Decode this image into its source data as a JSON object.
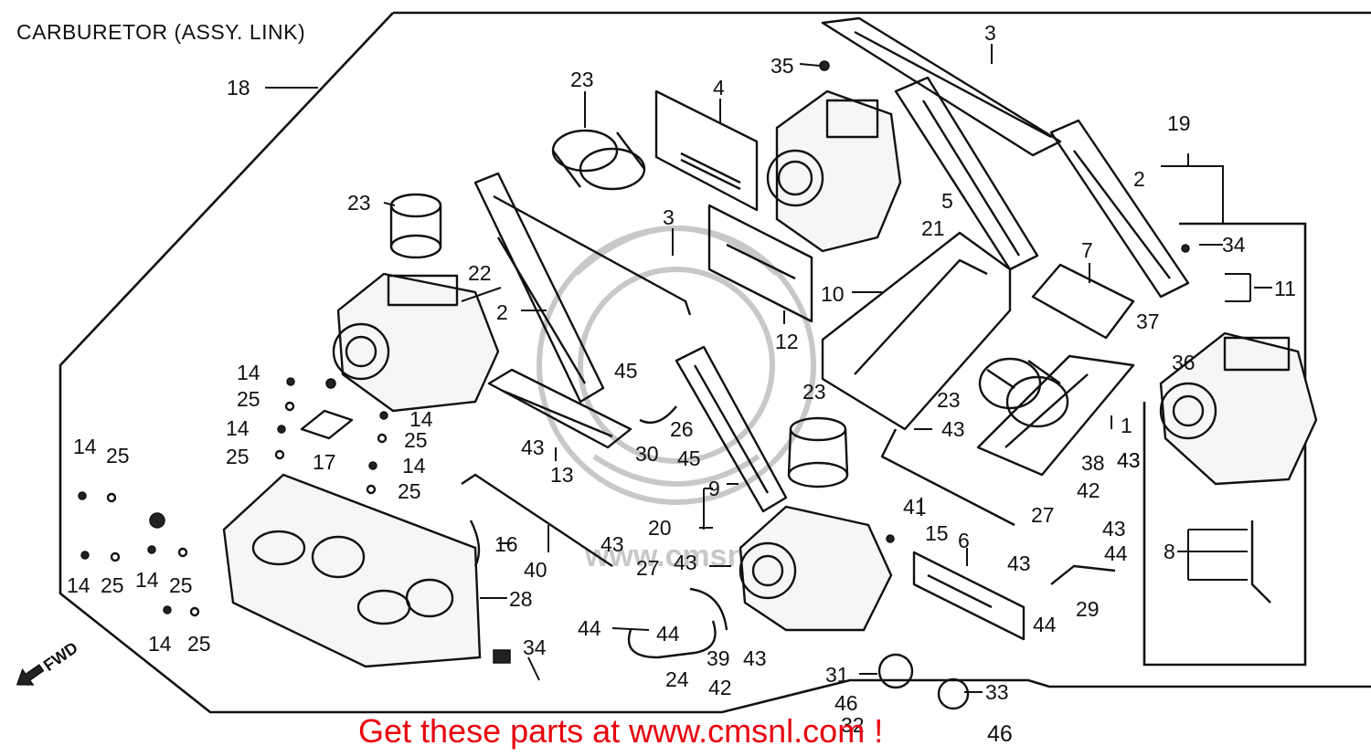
{
  "title": "CARBURETOR (ASSY. LINK)",
  "fwd_label": "FWD",
  "watermark": "www.cmsnl.com",
  "promo": {
    "text": "Get these parts at www.cmsnl.com !",
    "color": "#e8000d"
  },
  "promo_tail_number": "46",
  "callouts": [
    "18",
    "23",
    "4",
    "35",
    "3",
    "19",
    "2",
    "23",
    "3",
    "22",
    "2",
    "5",
    "21",
    "34",
    "7",
    "11",
    "10",
    "12",
    "37",
    "36",
    "14",
    "25",
    "14",
    "25",
    "45",
    "23",
    "23",
    "1",
    "43",
    "14",
    "25",
    "14",
    "25",
    "17",
    "26",
    "30",
    "45",
    "43",
    "38",
    "43",
    "14",
    "25",
    "43",
    "13",
    "9",
    "41",
    "42",
    "27",
    "43",
    "20",
    "15",
    "43",
    "6",
    "44",
    "8",
    "16",
    "43",
    "27",
    "43",
    "40",
    "14",
    "25",
    "14",
    "25",
    "28",
    "29",
    "44",
    "44",
    "44",
    "39",
    "43",
    "42",
    "24",
    "34",
    "31",
    "33",
    "46",
    "32"
  ]
}
